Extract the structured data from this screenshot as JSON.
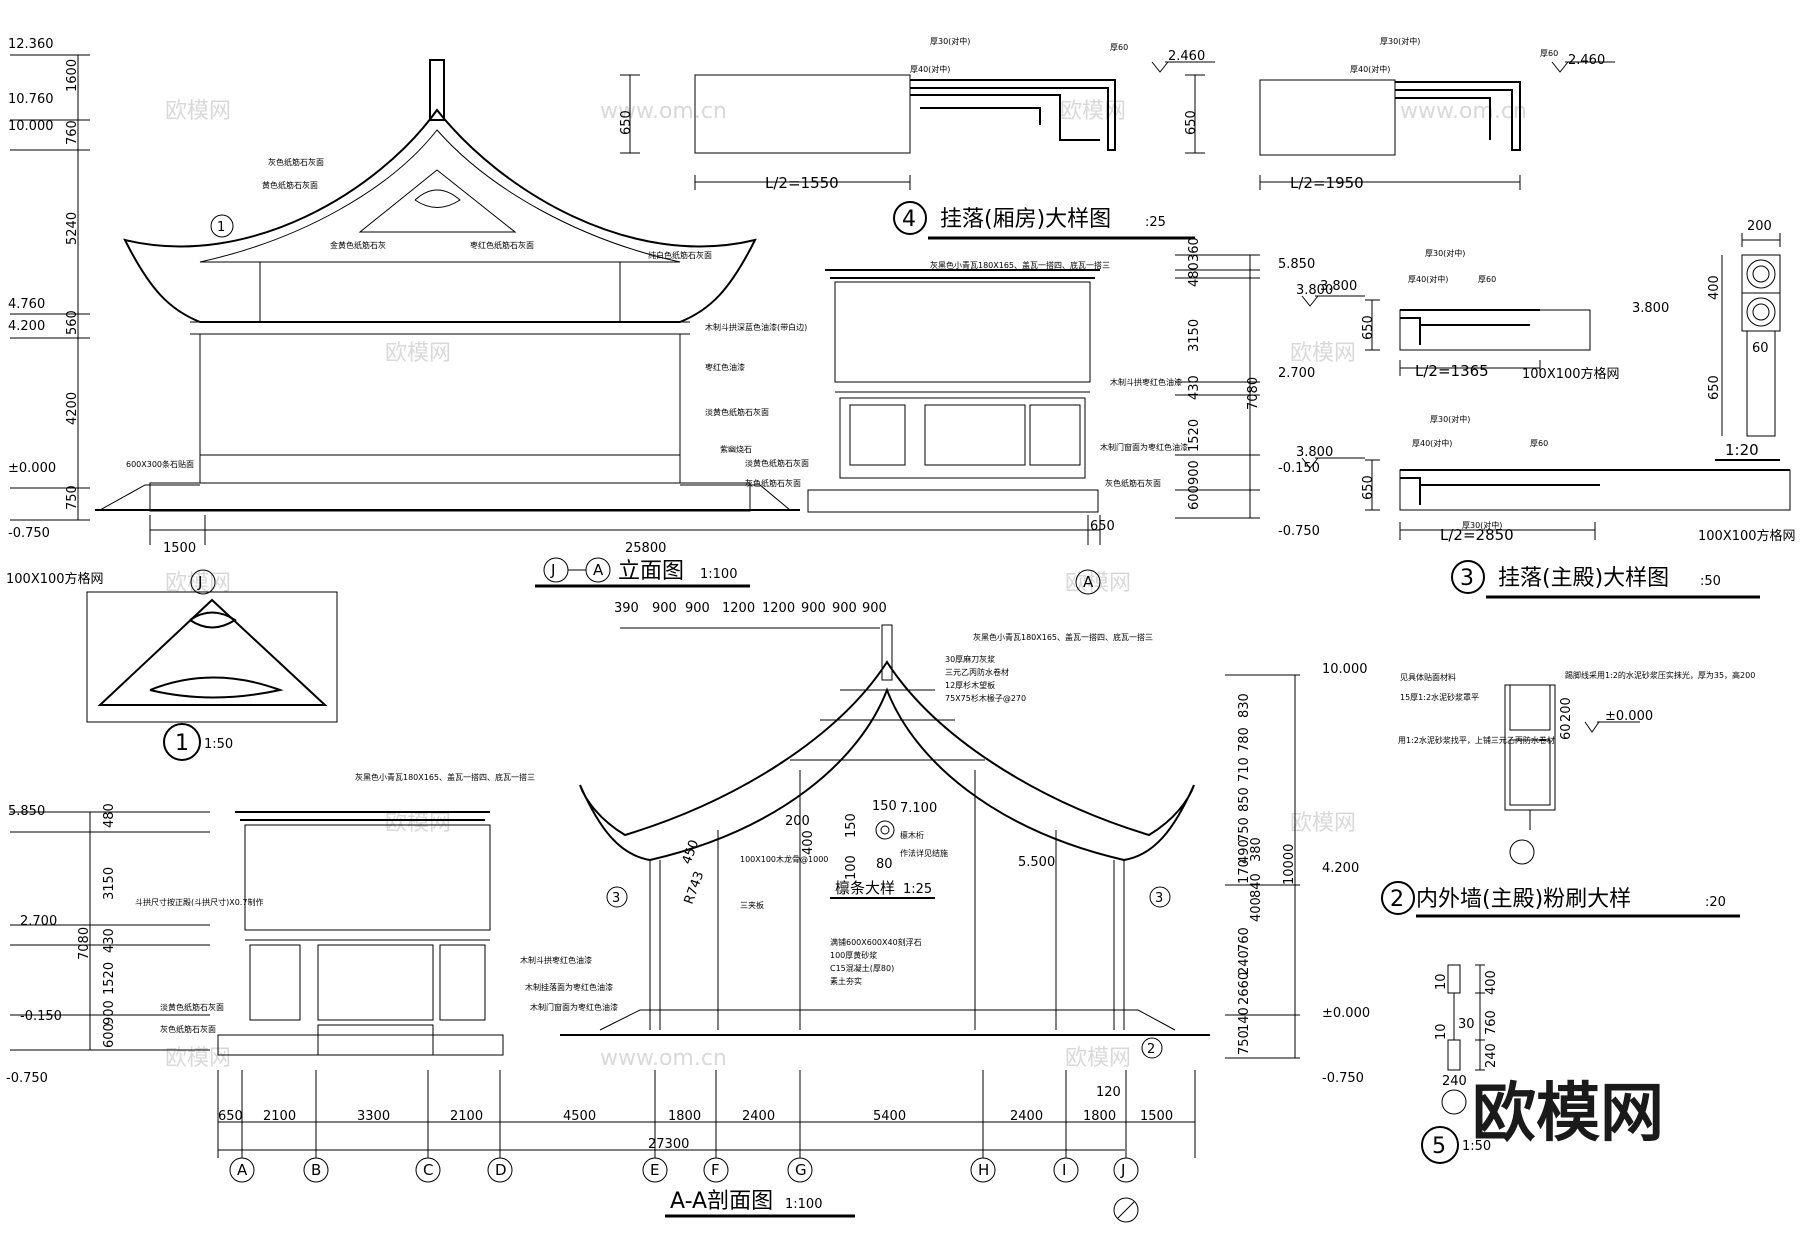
{
  "watermark": {
    "text": "欧模网",
    "url": "www.om.cn"
  },
  "logo": {
    "text": "欧模网"
  },
  "titles": {
    "gualuo_xiang": {
      "num": "4",
      "text": "挂落(厢房)大样图",
      "scale": ":25"
    },
    "gualuo_zhu": {
      "num": "3",
      "text": "挂落(主殿)大样图",
      "scale": ":50"
    },
    "elevation": {
      "a": "J",
      "b": "A",
      "text": "立面图",
      "scale": "1:100"
    },
    "section": {
      "text": "A-A剖面图",
      "scale": "1:100"
    },
    "wall": {
      "num": "2",
      "text": "内外墙(主殿)粉刷大样",
      "scale": ":20"
    },
    "detail1": {
      "num": "1",
      "scale": "1:50"
    },
    "detail5": {
      "num": "5",
      "scale": "1:50"
    },
    "purlin": {
      "text": "檩条大样",
      "scale": "1:25"
    },
    "post_scale": "1:20"
  },
  "grid_label": "100X100方格网",
  "gualuo": {
    "d1": {
      "h": "650",
      "half": "L/2=1550",
      "t1": "厚30(对中)",
      "t2": "厚40(对中)",
      "t3": "厚60",
      "lvl": "2.460"
    },
    "d2": {
      "h": "650",
      "half": "L/2=1950",
      "t1": "厚30(对中)",
      "t2": "厚40(对中)",
      "t3": "厚60",
      "lvl": "2.460"
    },
    "d3": {
      "h": "650",
      "half": "L/2=1365",
      "t1": "厚30(对中)",
      "t2": "厚40(对中)",
      "t3": "厚60",
      "lvl": "3.800"
    },
    "d4": {
      "h": "650",
      "half": "L/2=2850",
      "t1": "厚30(对中)",
      "t2": "厚40(对中)",
      "t3": "厚60",
      "t4": "厚30(对中)",
      "lvl": "3.800"
    },
    "post": {
      "w": "200",
      "h1": "400",
      "h2": "650",
      "n": "60",
      "lvl": "3.800"
    }
  },
  "elev_main": {
    "levels": [
      "12.360",
      "10.760",
      "10.000",
      "4.760",
      "4.200",
      "±0.000",
      "-0.750"
    ],
    "dims": [
      "1600",
      "760",
      "5240",
      "560",
      "4200",
      "750"
    ],
    "notes": [
      "灰色纸筋石灰面",
      "黄色纸筋石灰面",
      "金黄色纸筋石灰",
      "枣红色纸筋石灰面",
      "纯白色纸筋石灰面",
      "木制斗拱深蓝色油漆(带白边)",
      "枣红色油漆",
      "淡黄色纸筋石灰面",
      "紫幽烧石",
      "淡黄色纸筋石灰面",
      "灰色纸筋石灰面",
      "600X300条石贴面"
    ],
    "bottom": [
      "1500",
      "25800",
      "650"
    ]
  },
  "elev_side": {
    "levels": [
      "5.850",
      "3.800",
      "2.700",
      "-0.150",
      "-0.750"
    ],
    "dims": [
      "360",
      "480",
      "3150",
      "430",
      "1520",
      "900",
      "600",
      "7080"
    ],
    "notes": [
      "灰黑色小青瓦180X165、盖瓦一搭四、底瓦一搭三",
      "木制斗拱枣红色油漆",
      "木制门窗面为枣红色油漆",
      "灰色纸筋石灰面"
    ]
  },
  "axes": [
    "A",
    "B",
    "C",
    "D",
    "E",
    "F",
    "G",
    "H",
    "I",
    "J"
  ],
  "section": {
    "top_dims": [
      "390",
      "900",
      "900",
      "1200",
      "1200",
      "900",
      "900",
      "900"
    ],
    "bottom_dims": [
      "650",
      "2100",
      "3300",
      "2100",
      "4500",
      "1800",
      "2400",
      "5400",
      "2400",
      "1800",
      "1500"
    ],
    "total": "27300",
    "extra": "120",
    "right_levels": [
      "10.000",
      "7.100",
      "5.500",
      "4.200",
      "±0.000",
      "-0.750"
    ],
    "right_dims": [
      "830",
      "780",
      "710",
      "850",
      "750",
      "490",
      "170",
      "380",
      "840",
      "400",
      "760",
      "240",
      "2660",
      "140",
      "750",
      "10000"
    ],
    "notes": [
      "灰黑色小青瓦180X165、盖瓦一搭四、底瓦一搭三",
      "30厚麻刀灰浆",
      "三元乙丙防水卷材",
      "12厚杉木望板",
      "75X75杉木椽子@270",
      "100X100木龙骨@1000",
      "三夹板",
      "满铺600X600X40刻浮石",
      "100厚黄砂浆",
      "C15混凝土(厚80)",
      "素土夯实",
      "檩木桁",
      "作法详见结施"
    ],
    "purlin_dims": [
      "150",
      "150",
      "100",
      "80"
    ],
    "r_label": "R743",
    "ang": "450",
    "d200": "200",
    "d400": "400",
    "num2": "2",
    "num3": "3"
  },
  "side_left": {
    "levels": [
      "5.850",
      "2.700",
      "-0.150",
      "-0.750"
    ],
    "dims": [
      "480",
      "3150",
      "430",
      "1520",
      "900",
      "600",
      "7080"
    ],
    "notes": [
      "灰黑色小青瓦180X165、盖瓦一搭四、底瓦一搭三",
      "斗拱尺寸按正殿(斗拱尺寸)X0.7制作",
      "木制斗拱枣红色油漆",
      "木制挂落面为枣红色油漆",
      "木制门窗面为枣红色油漆",
      "淡黄色纸筋石灰面",
      "灰色纸筋石灰面"
    ]
  },
  "wall": {
    "notes": [
      "见具体贴面材料",
      "15厚1:2水泥砂浆罩平",
      "踢脚线采用1:2的水泥砂浆压实抹光，厚为35，高200",
      "用1:2水泥砂浆找平，上铺三元乙丙防水卷材"
    ],
    "dims": [
      "60",
      "200"
    ],
    "lvl": "±0.000"
  },
  "detail5": {
    "dims": [
      "10",
      "10",
      "400",
      "30",
      "760",
      "240",
      "240"
    ]
  }
}
